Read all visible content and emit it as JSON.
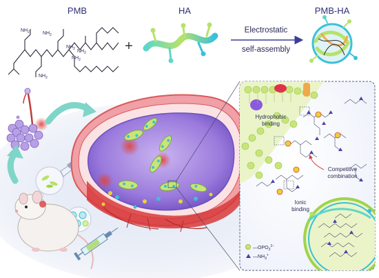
{
  "labels": {
    "pmb": "PMB",
    "ha": "HA",
    "pmb_ha": "PMB-HA",
    "plus": "+",
    "arrow_top": "Electrostatic",
    "arrow_bottom": "self-assembly",
    "nh2": "NH",
    "nh2_sub": "2",
    "hydrophobic_1": "Hydrophobic",
    "hydrophobic_2": "binding",
    "competitive_1": "Competitive",
    "competitive_2": "combination",
    "ionic_1": "Ionic",
    "ionic_2": "binding",
    "legend_opo3": "—OPO",
    "legend_opo3_sub": "3",
    "legend_opo3_sup": "2−",
    "legend_nh3": "—NH",
    "legend_nh3_sub": "3",
    "legend_nh3_sup": "+"
  },
  "colors": {
    "title": "#2d2f7a",
    "arrow": "#3a3f9a",
    "cell_purple": "#8f6fd6",
    "vessel_red": "#d84a4a",
    "lipid_green": "#c8e57a",
    "ion_yellow": "#e8d23a",
    "nh3_blue": "#4a3fb0",
    "panel_border": "#5a5a7a"
  },
  "icons": [
    "plus-icon",
    "right-arrow-icon",
    "lung-icon",
    "mouse-icon",
    "syringe-icon",
    "bacteria-icon",
    "triangle-icon",
    "circle-icon"
  ]
}
